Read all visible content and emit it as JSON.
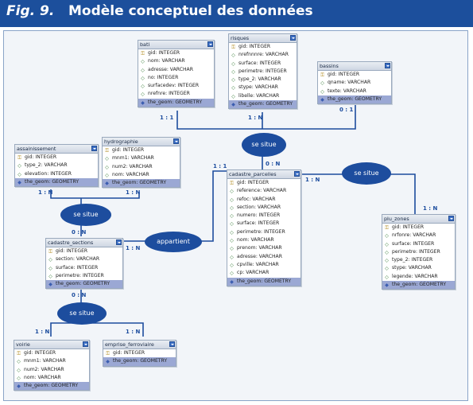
{
  "figure": {
    "label": "Fig. 9.",
    "title": "Modèle conceptuel des données"
  },
  "tables": {
    "bati": {
      "name": "bati",
      "fields": [
        {
          "t": "key",
          "label": "gid: INTEGER"
        },
        {
          "t": "col",
          "label": "nom: VARCHAR"
        },
        {
          "t": "col",
          "label": "adresse: VARCHAR"
        },
        {
          "t": "col",
          "label": "no: INTEGER"
        },
        {
          "t": "col",
          "label": "surfacedev: INTEGER"
        },
        {
          "t": "col",
          "label": "nrefnre: INTEGER"
        },
        {
          "t": "geom",
          "label": "the_geom: GEOMETRY"
        }
      ]
    },
    "risques": {
      "name": "risques",
      "fields": [
        {
          "t": "key",
          "label": "gid: INTEGER"
        },
        {
          "t": "col",
          "label": "nrefnnnre: VARCHAR"
        },
        {
          "t": "col",
          "label": "surface: INTEGER"
        },
        {
          "t": "col",
          "label": "perimetre: INTEGER"
        },
        {
          "t": "col",
          "label": "type_2: VARCHAR"
        },
        {
          "t": "col",
          "label": "stype: VARCHAR"
        },
        {
          "t": "col",
          "label": "libelle: VARCHAR"
        },
        {
          "t": "geom",
          "label": "the_geom: GEOMETRY"
        }
      ]
    },
    "bassins": {
      "name": "bassins",
      "fields": [
        {
          "t": "key",
          "label": "gid: INTEGER"
        },
        {
          "t": "col",
          "label": "qname: VARCHAR"
        },
        {
          "t": "col",
          "label": "texte: VARCHAR"
        },
        {
          "t": "geom",
          "label": "the_geom: GEOMETRY"
        }
      ]
    },
    "assainissement": {
      "name": "assainissement",
      "fields": [
        {
          "t": "key",
          "label": "gid: INTEGER"
        },
        {
          "t": "col",
          "label": "type_2: VARCHAR"
        },
        {
          "t": "col",
          "label": "elevation: INTEGER"
        },
        {
          "t": "geom",
          "label": "the_geom: GEOMETRY"
        }
      ]
    },
    "hydrographie": {
      "name": "hydrographie",
      "fields": [
        {
          "t": "key",
          "label": "gid: INTEGER"
        },
        {
          "t": "col",
          "label": "mnm1: VARCHAR"
        },
        {
          "t": "col",
          "label": "num2: VARCHAR"
        },
        {
          "t": "col",
          "label": "nom: VARCHAR"
        },
        {
          "t": "geom",
          "label": "the_geom: GEOMETRY"
        }
      ]
    },
    "cadastre_parcelles": {
      "name": "cadastre_parcelles",
      "fields": [
        {
          "t": "key",
          "label": "gid: INTEGER"
        },
        {
          "t": "col",
          "label": "reference: VARCHAR"
        },
        {
          "t": "col",
          "label": "refoc: VARCHAR"
        },
        {
          "t": "col",
          "label": "section: VARCHAR"
        },
        {
          "t": "col",
          "label": "numero: INTEGER"
        },
        {
          "t": "col",
          "label": "surface: INTEGER"
        },
        {
          "t": "col",
          "label": "perimetre: INTEGER"
        },
        {
          "t": "col",
          "label": "nom: VARCHAR"
        },
        {
          "t": "col",
          "label": "prenom: VARCHAR"
        },
        {
          "t": "col",
          "label": "adresse: VARCHAR"
        },
        {
          "t": "col",
          "label": "cpville: VARCHAR"
        },
        {
          "t": "col",
          "label": "cp: VARCHAR"
        },
        {
          "t": "geom",
          "label": "the_geom: GEOMETRY"
        }
      ]
    },
    "cadastre_sections": {
      "name": "cadastre_sections",
      "fields": [
        {
          "t": "key",
          "label": "gid: INTEGER"
        },
        {
          "t": "col",
          "label": "section: VARCHAR"
        },
        {
          "t": "col",
          "label": "surface: INTEGER"
        },
        {
          "t": "col",
          "label": "perimetre: INTEGER"
        },
        {
          "t": "geom",
          "label": "the_geom: GEOMETRY"
        }
      ]
    },
    "plu_zones": {
      "name": "plu_zones",
      "fields": [
        {
          "t": "key",
          "label": "gid: INTEGER"
        },
        {
          "t": "col",
          "label": "nrfonre: VARCHAR"
        },
        {
          "t": "col",
          "label": "surface: INTEGER"
        },
        {
          "t": "col",
          "label": "perimetre: INTEGER"
        },
        {
          "t": "col",
          "label": "type_2: INTEGER"
        },
        {
          "t": "col",
          "label": "stype: VARCHAR"
        },
        {
          "t": "col",
          "label": "legende: VARCHAR"
        },
        {
          "t": "geom",
          "label": "the_geom: GEOMETRY"
        }
      ]
    },
    "voirie": {
      "name": "voirie",
      "fields": [
        {
          "t": "key",
          "label": "gid: INTEGER"
        },
        {
          "t": "col",
          "label": "mnm1: VARCHAR"
        },
        {
          "t": "col",
          "label": "num2: VARCHAR"
        },
        {
          "t": "col",
          "label": "nom: VARCHAR"
        },
        {
          "t": "geom",
          "label": "the_geom: GEOMETRY"
        }
      ]
    },
    "emprise_ferroviaire": {
      "name": "emprise_ferroviaire",
      "fields": [
        {
          "t": "key",
          "label": "gid: INTEGER"
        },
        {
          "t": "geom",
          "label": "the_geom: GEOMETRY"
        }
      ]
    }
  },
  "relations": {
    "se_situe_top": "se situe",
    "se_situe_right": "se situe",
    "se_situe_left": "se situe",
    "appartient": "appartient",
    "se_situe_bottom": "se situe"
  },
  "cardinalities": {
    "bati": "1 : 1",
    "risques": "1 : N",
    "bassins": "0 : 1",
    "parcelles_top": "0 : N",
    "parcelles_left": "1 : 1",
    "parcelles_right": "1 : N",
    "plu": "1 : N",
    "assainissement": "1 : N",
    "hydrographie": "1 : N",
    "sections_top": "0 : N",
    "sections_right": "1 : N",
    "sections_bottom": "0 : N",
    "voirie": "1 : N",
    "emprise": "1 : N"
  },
  "colors": {
    "header": "#1c4f9c",
    "relation": "#1d4d9e",
    "geometry_row": "#9ba8d4"
  },
  "icons": {
    "key": "key-icon",
    "column": "column-icon",
    "geometry": "geometry-icon",
    "menu": "dropdown-icon"
  }
}
